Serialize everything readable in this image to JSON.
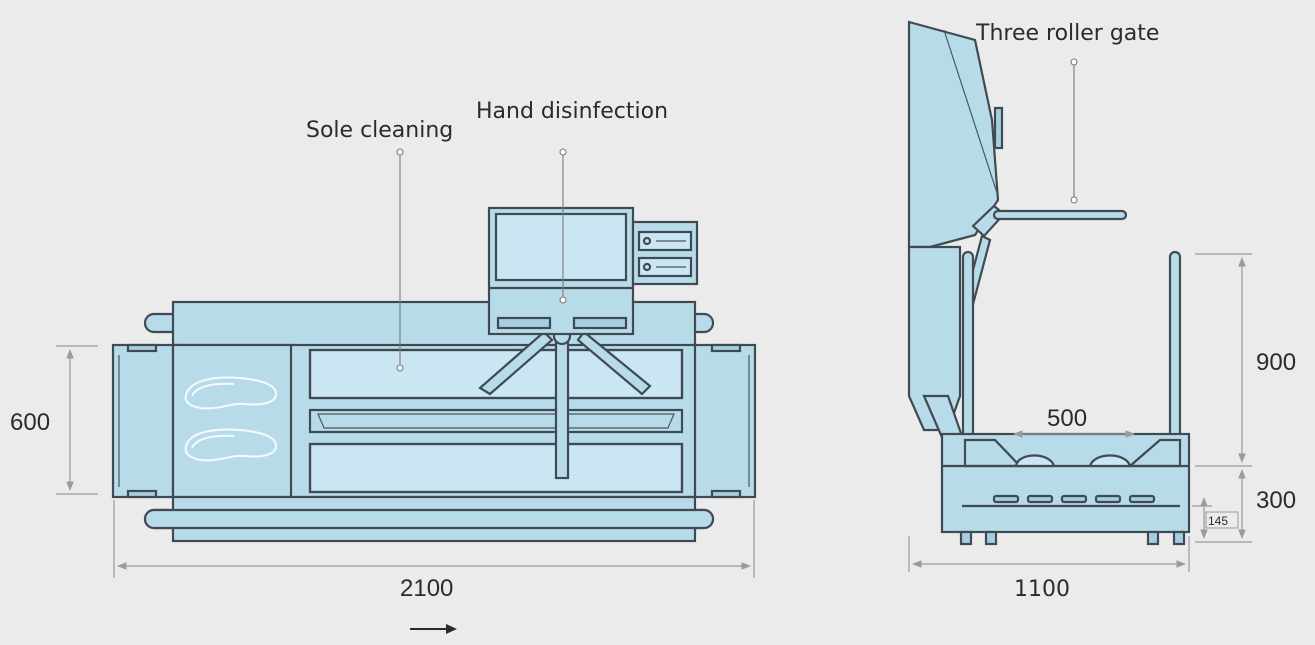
{
  "labels": {
    "sole_cleaning": "Sole cleaning",
    "hand_disinfection": "Hand disinfection",
    "three_roller_gate": "Three roller gate"
  },
  "dimensions": {
    "top_length": "2100",
    "top_width": "600",
    "side_depth": "1100",
    "handrail_height": "900",
    "base_height": "300",
    "roller_spacing": "500",
    "step_height": "145"
  },
  "direction_arrow": "→",
  "colors": {
    "machine_fill": "#b8dbea",
    "outline": "#3f4a52",
    "background": "#ebebeb",
    "dimension_line": "#9a9a9a"
  }
}
